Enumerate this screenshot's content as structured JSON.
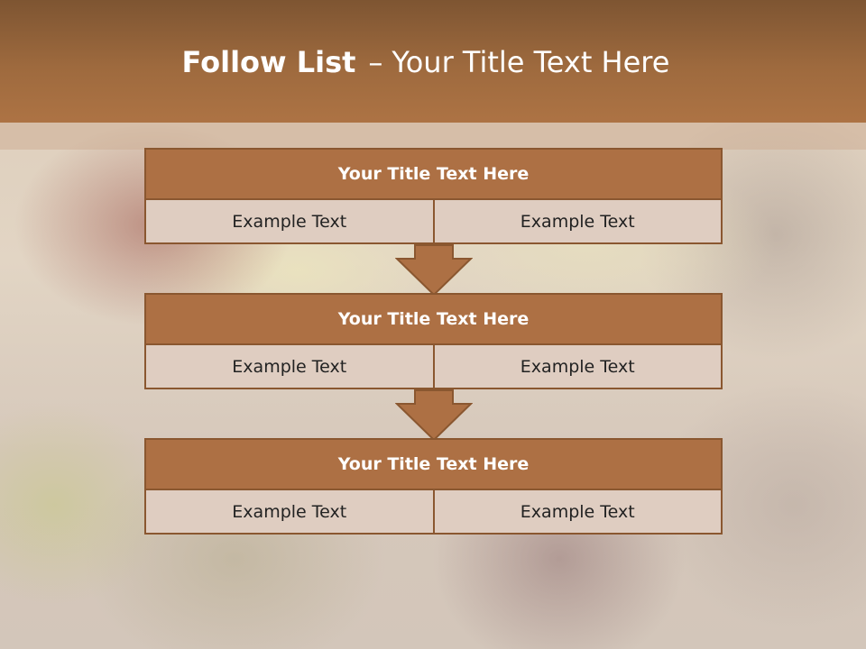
{
  "slide": {
    "title_bold": "Follow List",
    "title_separator": "–",
    "title_rest": "Your Title Text Here"
  },
  "blocks": [
    {
      "title": "Your Title Text Here",
      "cells": [
        "Example Text",
        "Example Text"
      ]
    },
    {
      "title": "Your Title Text Here",
      "cells": [
        "Example Text",
        "Example Text"
      ]
    },
    {
      "title": "Your Title Text Here",
      "cells": [
        "Example Text",
        "Example Text"
      ]
    }
  ],
  "colors": {
    "header": "#ad7344",
    "block_fill": "#ad7044",
    "block_border": "#8a5730",
    "cell_fill": "#dfcdc1"
  },
  "icons": [
    "arrow-down-icon",
    "arrow-down-icon"
  ]
}
